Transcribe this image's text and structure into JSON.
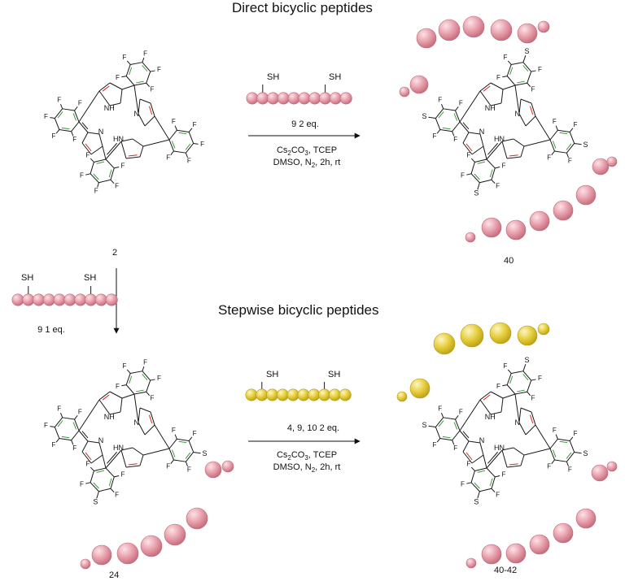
{
  "titles": {
    "direct": "Direct bicyclic peptides",
    "stepwise": "Stepwise bicyclic peptides"
  },
  "compounds": {
    "start": "2",
    "direct_product": "40",
    "intermediate": "24",
    "stepwise_product": "40-42"
  },
  "atoms": {
    "fluorine": "F",
    "nh": "NH",
    "hn": "HN",
    "n": "N",
    "sulfur": "S",
    "thiol": "SH"
  },
  "reaction_direct": {
    "peptide_line": "9 2 eq.",
    "base_line": "Cs2CO3, TCEP",
    "solvent_line": "DMSO, N2, 2h, rt"
  },
  "reaction_first_step": {
    "peptide_line": "9 1 eq."
  },
  "reaction_stepwise": {
    "peptide_line": "4, 9, 10 2 eq.",
    "base_line": "Cs2CO3, TCEP",
    "solvent_line": "DMSO, N2, 2h, rt"
  },
  "colors": {
    "pink_bead": "#e8a0ad",
    "yellow_bead": "#e6cf3c",
    "pyrrole_double_bond": "#d4261c",
    "aryl_double_bond": "#3c9a3c",
    "bond": "#1a1a1a"
  }
}
